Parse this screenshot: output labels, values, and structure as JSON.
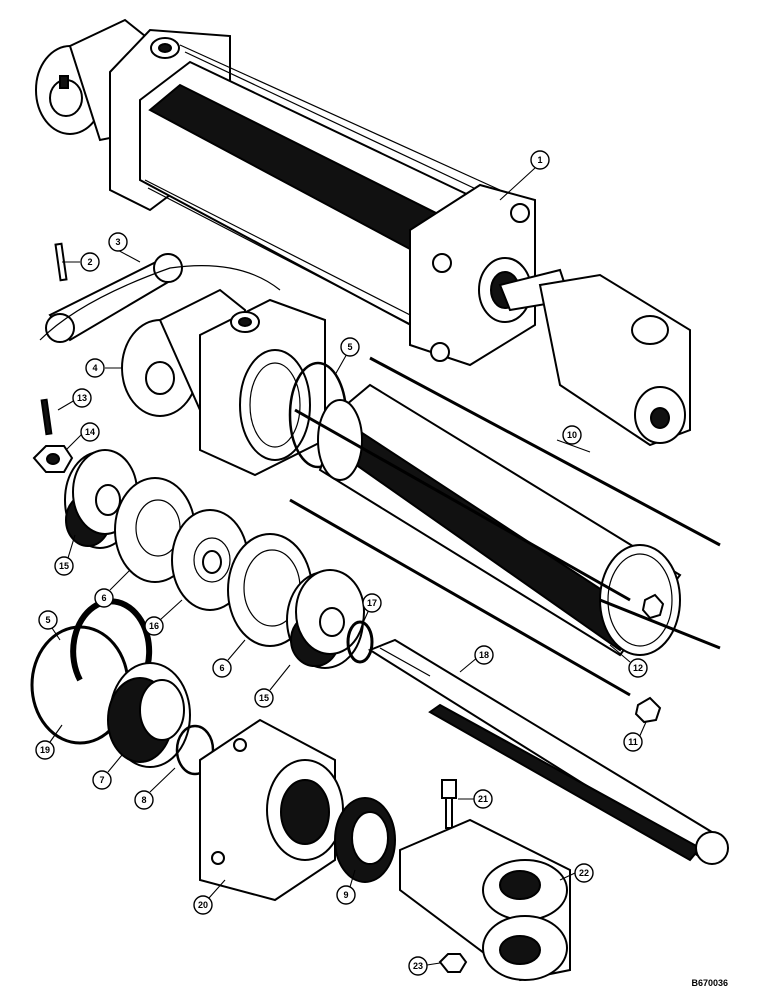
{
  "diagram": {
    "reference_code": "B670036",
    "callouts": [
      {
        "id": "c1",
        "label": "1"
      },
      {
        "id": "c2",
        "label": "2"
      },
      {
        "id": "c3",
        "label": "3"
      },
      {
        "id": "c4",
        "label": "4"
      },
      {
        "id": "c5a",
        "label": "5"
      },
      {
        "id": "c5b",
        "label": "5"
      },
      {
        "id": "c6a",
        "label": "6"
      },
      {
        "id": "c6b",
        "label": "6"
      },
      {
        "id": "c7",
        "label": "7"
      },
      {
        "id": "c8",
        "label": "8"
      },
      {
        "id": "c9",
        "label": "9"
      },
      {
        "id": "c10",
        "label": "10"
      },
      {
        "id": "c11",
        "label": "11"
      },
      {
        "id": "c12",
        "label": "12"
      },
      {
        "id": "c13",
        "label": "13"
      },
      {
        "id": "c14",
        "label": "14"
      },
      {
        "id": "c15a",
        "label": "15"
      },
      {
        "id": "c15b",
        "label": "15"
      },
      {
        "id": "c16",
        "label": "16"
      },
      {
        "id": "c17",
        "label": "17"
      },
      {
        "id": "c18",
        "label": "18"
      },
      {
        "id": "c19",
        "label": "19"
      },
      {
        "id": "c20",
        "label": "20"
      },
      {
        "id": "c21",
        "label": "21"
      },
      {
        "id": "c22",
        "label": "22"
      },
      {
        "id": "c23",
        "label": "23"
      }
    ]
  }
}
